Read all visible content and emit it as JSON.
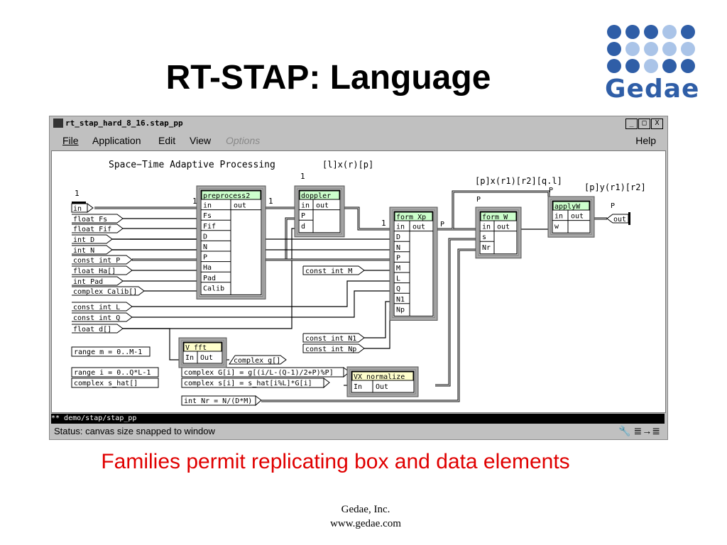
{
  "slide": {
    "title": "RT-STAP: Language",
    "caption": "Families permit replicating box and data elements",
    "footer_line1": "Gedae, Inc.",
    "footer_line2": "www.gedae.com",
    "logo_text": "Gedae",
    "logo_color": "#2f5ea7",
    "caption_color": "#e00000"
  },
  "window": {
    "title": "rt_stap_hard_8_16.stap_pp",
    "buttons": [
      "_",
      "□",
      "X"
    ],
    "menu": {
      "file": "File",
      "application": "Application",
      "edit": "Edit",
      "view": "View",
      "options": "Options",
      "help": "Help"
    },
    "path_text": "** demo/stap/stap_pp",
    "status_text": "Status: canvas size snapped to window"
  },
  "diagram": {
    "heading": "Space−Time Adaptive Processing",
    "family_labels": {
      "lxrp": "[l]x(r)[p]",
      "pxr1": "[p]x(r1)[r2][q.l]",
      "pyr1": "[p]y(r1)[r2]",
      "one_a": "1",
      "one_b": "1",
      "one_c": "1",
      "one_d": "1",
      "one_e": "1",
      "p_a": "P",
      "p_b": "P",
      "p_c": "P",
      "p_d": "P"
    },
    "inputs": [
      "in",
      "float Fs",
      "float Fif",
      "int D",
      "int N",
      "const int P",
      "float Ha[]",
      "int Pad",
      "complex Calib[]",
      "const int L",
      "const int Q",
      "float d[]"
    ],
    "consts": {
      "const_m": "const int M",
      "const_n1": "const int N1",
      "const_np": "const int Np",
      "range_m": "range m = 0..M-1",
      "range_i": "range i = 0..Q*L-1",
      "s_hat": "complex s_hat[]",
      "G_expr": "complex G[i] = g[(i/L-(Q-1)/2+P)%P]",
      "s_expr": "complex s[i] = s_hat[i%L]*G[i]",
      "nr_expr": "int Nr = N/(D*M)",
      "g_arr": "complex g[]",
      "out": "out"
    },
    "boxes": {
      "preprocess2": {
        "name": "preprocess2",
        "ports": [
          "in",
          "Fs",
          "Fif",
          "D",
          "N",
          "P",
          "Ha",
          "Pad",
          "Calib"
        ],
        "out": "out"
      },
      "doppler": {
        "name": "doppler",
        "ports": [
          "in",
          "P",
          "d"
        ],
        "out": "out"
      },
      "form_xp": {
        "name": "form_Xp",
        "ports": [
          "in",
          "D",
          "N",
          "P",
          "M",
          "L",
          "Q",
          "N1",
          "Np"
        ],
        "out": "out"
      },
      "form_w": {
        "name": "form_W",
        "ports": [
          "in",
          "s",
          "Nr"
        ],
        "out": "out"
      },
      "applyw": {
        "name": "applyW",
        "ports": [
          "in",
          "w"
        ],
        "out": "out"
      },
      "v_fft": {
        "name": "V_fft",
        "ports": [
          "In"
        ],
        "out": "Out"
      },
      "vx_normalize": {
        "name": "VX_normalize",
        "ports": [
          "In"
        ],
        "out": "Out"
      }
    }
  }
}
